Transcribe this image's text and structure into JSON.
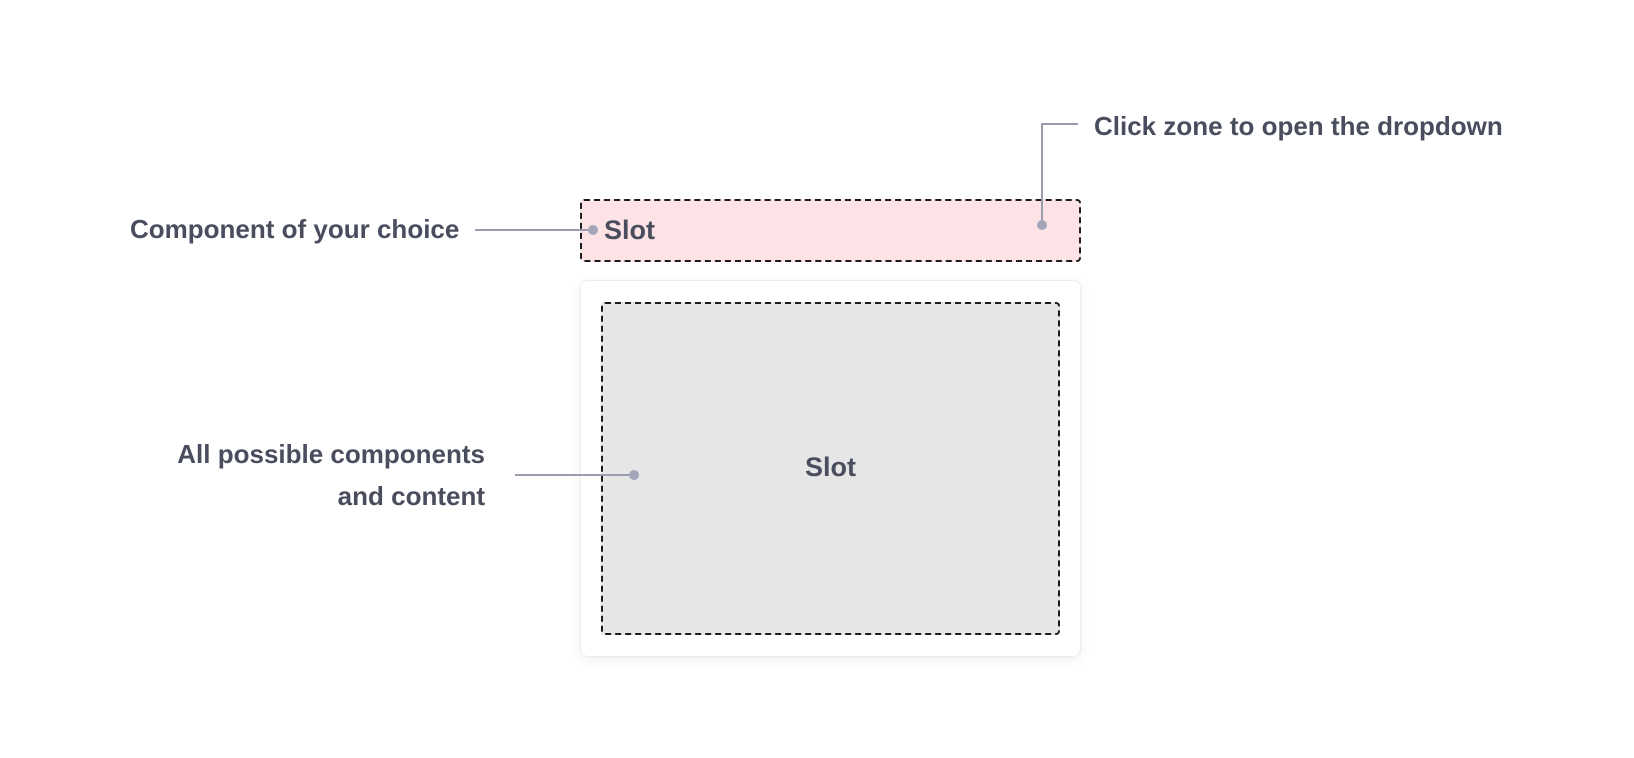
{
  "diagram": {
    "trigger_slot_label": "Slot",
    "content_slot_label": "Slot",
    "annotations": {
      "component_of_choice": "Component of your choice",
      "click_zone": "Click zone to open the dropdown",
      "content_line1": "All possible components",
      "content_line2": "and content"
    },
    "colors": {
      "trigger_fill": "#fde3e6",
      "content_fill": "#e6e6e7",
      "dashed_border": "#1c1c1c",
      "leader_line": "#9a9cb0",
      "text": "#4a4d5e"
    }
  }
}
